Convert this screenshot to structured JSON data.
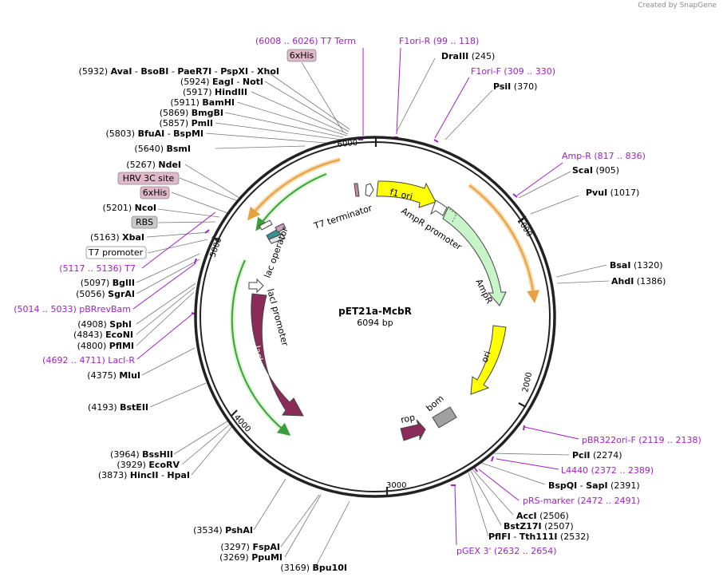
{
  "credit": "Created by SnapGene",
  "plasmid": {
    "name": "pET21a-McbR",
    "length": "6094 bp"
  },
  "ticks": [
    "1000",
    "2000",
    "3000",
    "4000",
    "5000",
    "6000"
  ],
  "features": [
    {
      "name": "f1 ori",
      "color": "#ffff00"
    },
    {
      "name": "AmpR promoter",
      "color": "#c8f5c8"
    },
    {
      "name": "AmpR",
      "color": "#c8f5c8"
    },
    {
      "name": "ori",
      "color": "#ffff00"
    },
    {
      "name": "rop",
      "color": "#8b2b5a"
    },
    {
      "name": "bom",
      "color": "#a0a0a0"
    },
    {
      "name": "lacI",
      "color": "#8b2b5a"
    },
    {
      "name": "lacI promoter",
      "color": "#ffffff"
    },
    {
      "name": "lac operator",
      "color": "#ffffff"
    },
    {
      "name": "T7 terminator",
      "color": "#ffffff"
    }
  ],
  "badges": [
    "6xHis",
    "HRV 3C site",
    "6xHis",
    "RBS",
    "T7 promoter"
  ],
  "labels_right": [
    {
      "parts": [
        {
          "t": "DraIII",
          "b": true
        },
        {
          "t": "  (245)",
          "b": false
        }
      ],
      "kind": "enzyme"
    },
    {
      "parts": [
        {
          "t": "PsiI",
          "b": true
        },
        {
          "t": "  (370)",
          "b": false
        }
      ],
      "kind": "enzyme"
    },
    {
      "parts": [
        {
          "t": "ScaI",
          "b": true
        },
        {
          "t": "  (905)",
          "b": false
        }
      ],
      "kind": "enzyme"
    },
    {
      "parts": [
        {
          "t": "PvuI",
          "b": true
        },
        {
          "t": "  (1017)",
          "b": false
        }
      ],
      "kind": "enzyme"
    },
    {
      "parts": [
        {
          "t": "BsaI",
          "b": true
        },
        {
          "t": "  (1320)",
          "b": false
        }
      ],
      "kind": "enzyme"
    },
    {
      "parts": [
        {
          "t": "AhdI",
          "b": true
        },
        {
          "t": "  (1386)",
          "b": false
        }
      ],
      "kind": "enzyme"
    },
    {
      "parts": [
        {
          "t": "PciI",
          "b": true
        },
        {
          "t": "  (2274)",
          "b": false
        }
      ],
      "kind": "enzyme"
    },
    {
      "parts": [
        {
          "t": "BspQI",
          "b": true
        },
        {
          "t": " - ",
          "b": false
        },
        {
          "t": "SapI",
          "b": true
        },
        {
          "t": "  (2391)",
          "b": false
        }
      ],
      "kind": "enzyme"
    },
    {
      "parts": [
        {
          "t": "AccI",
          "b": true
        },
        {
          "t": "  (2506)",
          "b": false
        }
      ],
      "kind": "enzyme"
    },
    {
      "parts": [
        {
          "t": "BstZ17I",
          "b": true
        },
        {
          "t": "  (2507)",
          "b": false
        }
      ],
      "kind": "enzyme"
    },
    {
      "parts": [
        {
          "t": "PflFI",
          "b": true
        },
        {
          "t": " - ",
          "b": false
        },
        {
          "t": "Tth111I",
          "b": true
        },
        {
          "t": "  (2532)",
          "b": false
        }
      ],
      "kind": "enzyme"
    }
  ],
  "labels_left": [
    {
      "parts": [
        {
          "t": "(5932)  ",
          "b": false
        },
        {
          "t": "AvaI",
          "b": true
        },
        {
          "t": " - ",
          "b": false
        },
        {
          "t": "BsoBI",
          "b": true
        },
        {
          "t": " - ",
          "b": false
        },
        {
          "t": "PaeR7I",
          "b": true
        },
        {
          "t": " - ",
          "b": false
        },
        {
          "t": "PspXI",
          "b": true
        },
        {
          "t": " - ",
          "b": false
        },
        {
          "t": "XhoI",
          "b": true
        }
      ]
    },
    {
      "parts": [
        {
          "t": "(5924)  ",
          "b": false
        },
        {
          "t": "EagI",
          "b": true
        },
        {
          "t": " - ",
          "b": false
        },
        {
          "t": "NotI",
          "b": true
        }
      ]
    },
    {
      "parts": [
        {
          "t": "(5917)  ",
          "b": false
        },
        {
          "t": "HindIII",
          "b": true
        }
      ]
    },
    {
      "parts": [
        {
          "t": "(5911)  ",
          "b": false
        },
        {
          "t": "BamHI",
          "b": true
        }
      ]
    },
    {
      "parts": [
        {
          "t": "(5869)  ",
          "b": false
        },
        {
          "t": "BmgBI",
          "b": true
        }
      ]
    },
    {
      "parts": [
        {
          "t": "(5857)  ",
          "b": false
        },
        {
          "t": "PmlI",
          "b": true
        }
      ]
    },
    {
      "parts": [
        {
          "t": "(5803)  ",
          "b": false
        },
        {
          "t": "BfuAI",
          "b": true
        },
        {
          "t": " - ",
          "b": false
        },
        {
          "t": "BspMI",
          "b": true
        }
      ]
    },
    {
      "parts": [
        {
          "t": "(5640)  ",
          "b": false
        },
        {
          "t": "BsmI",
          "b": true
        }
      ]
    },
    {
      "parts": [
        {
          "t": "(5267)  ",
          "b": false
        },
        {
          "t": "NdeI",
          "b": true
        }
      ]
    },
    {
      "parts": [
        {
          "t": "(5201)  ",
          "b": false
        },
        {
          "t": "NcoI",
          "b": true
        }
      ]
    },
    {
      "parts": [
        {
          "t": "(5163)  ",
          "b": false
        },
        {
          "t": "XbaI",
          "b": true
        }
      ]
    },
    {
      "parts": [
        {
          "t": "(5097)  ",
          "b": false
        },
        {
          "t": "BglII",
          "b": true
        }
      ]
    },
    {
      "parts": [
        {
          "t": "(5056)  ",
          "b": false
        },
        {
          "t": "SgrAI",
          "b": true
        }
      ]
    },
    {
      "parts": [
        {
          "t": "(4908)  ",
          "b": false
        },
        {
          "t": "SphI",
          "b": true
        }
      ]
    },
    {
      "parts": [
        {
          "t": "(4843)  ",
          "b": false
        },
        {
          "t": "EcoNI",
          "b": true
        }
      ]
    },
    {
      "parts": [
        {
          "t": "(4800)  ",
          "b": false
        },
        {
          "t": "PflMI",
          "b": true
        }
      ]
    },
    {
      "parts": [
        {
          "t": "(4375)  ",
          "b": false
        },
        {
          "t": "MluI",
          "b": true
        }
      ]
    },
    {
      "parts": [
        {
          "t": "(4193)  ",
          "b": false
        },
        {
          "t": "BstEII",
          "b": true
        }
      ]
    },
    {
      "parts": [
        {
          "t": "(3964)  ",
          "b": false
        },
        {
          "t": "BssHII",
          "b": true
        }
      ]
    },
    {
      "parts": [
        {
          "t": "(3929)  ",
          "b": false
        },
        {
          "t": "EcoRV",
          "b": true
        }
      ]
    },
    {
      "parts": [
        {
          "t": "(3873)  ",
          "b": false
        },
        {
          "t": "HincII",
          "b": true
        },
        {
          "t": " - ",
          "b": false
        },
        {
          "t": "HpaI",
          "b": true
        }
      ]
    },
    {
      "parts": [
        {
          "t": "(3534)  ",
          "b": false
        },
        {
          "t": "PshAI",
          "b": true
        }
      ]
    },
    {
      "parts": [
        {
          "t": "(3297)  ",
          "b": false
        },
        {
          "t": "FspAI",
          "b": true
        }
      ]
    },
    {
      "parts": [
        {
          "t": "(3269)  ",
          "b": false
        },
        {
          "t": "PpuMI",
          "b": true
        }
      ]
    },
    {
      "parts": [
        {
          "t": "(3169)  ",
          "b": false
        },
        {
          "t": "Bpu10I",
          "b": true
        }
      ]
    }
  ],
  "primers": [
    "(6008 .. 6026)  T7 Term",
    "F1ori-R   (99 .. 118)",
    "F1ori-F   (309 .. 330)",
    "Amp-R   (817 .. 836)",
    "pBR322ori-F   (2119 .. 2138)",
    "L4440   (2372 .. 2389)",
    "pRS-marker   (2472 .. 2491)",
    "pGEX 3'   (2632 .. 2654)",
    "(5117 .. 5136)  T7",
    "(5014 .. 5033)  pBRrevBam",
    "(4692 .. 4711)  LacI-R"
  ],
  "colors": {
    "primer": "#a020c8",
    "backbone": "#222222",
    "lacI": "#8b2b5a",
    "yellow": "#ffff00",
    "green": "#c8f5c8",
    "orange": "#e8a040"
  }
}
